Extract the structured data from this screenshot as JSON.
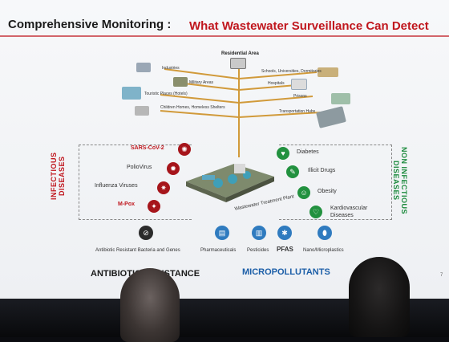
{
  "slide": {
    "title_left": "Comprehensive Monitoring : ",
    "title_right": "What Wastewater Surveillance Can Detect",
    "residential": "Residential Area",
    "sources_left": [
      "Industries",
      "Military Areas",
      "Touristic Places (Hotels)",
      "Children Homes, Homeless Shelters"
    ],
    "sources_right": [
      "Schools, Universities, Dormitories",
      "Hospitals",
      "Prisons",
      "Transportation Hubs"
    ],
    "plant_label": "Wastewater Treatment Plant",
    "infectious": {
      "heading": "INFECTIOUS DISEASES",
      "items": [
        "SARS-CoV-2",
        "PolioVirus",
        "Influenza Viruses",
        "M-Pox"
      ]
    },
    "non_infectious": {
      "heading": "NON INFECTIOUS DISEASES",
      "items": [
        "Diabetes",
        "Illicit Drugs",
        "Obesity",
        "Kardiovascular Diseases"
      ]
    },
    "bottom": {
      "antibiotic_label": "Antibiotic Resistant Bacteria and Genes",
      "micro_labels": [
        "Pharmaceuticals",
        "Pesticides",
        "PFAS",
        "Nano/Microplastics"
      ],
      "antibiotic_footer": "ANTIBIOTIC RESISTANCE",
      "micro_footer": "MICROPOLLUTANTS"
    },
    "page_number": "7",
    "colors": {
      "red": "#c0161d",
      "green": "#22913f",
      "blue": "#2f7bbf",
      "pipe": "#d19a3a"
    }
  }
}
